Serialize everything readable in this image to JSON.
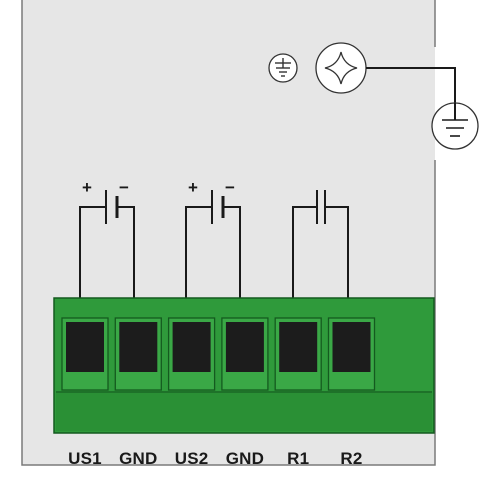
{
  "terminals": [
    {
      "label": "US1"
    },
    {
      "label": "GND"
    },
    {
      "label": "US2"
    },
    {
      "label": "GND"
    },
    {
      "label": "R1"
    },
    {
      "label": "R2"
    }
  ],
  "polarity": {
    "plus": "+",
    "minus": "−"
  },
  "colors": {
    "panel": "#e6e6e6",
    "panel_border": "#7a7a7a",
    "connector": "#2f9a3b",
    "connector_dark": "#237a2d",
    "connector_outline": "#145a1f",
    "pin": "#1c1c1c",
    "wire": "#1a1a1a"
  },
  "icons": [
    "ground-symbol-icon",
    "screw-icon",
    "earth-ground-icon"
  ]
}
